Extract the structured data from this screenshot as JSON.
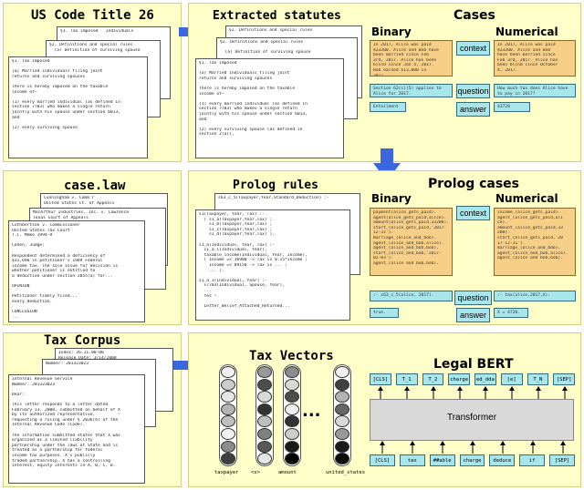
{
  "colors": {
    "panel": "#fefec8",
    "arrow": "#3a66e0",
    "orange": "#f8cf86",
    "cyan": "#a8e6ee",
    "transformer": "#d9d9d9"
  },
  "panels": {
    "us_code": {
      "title": "US Code Title 26",
      "doc_back2": [
        "§1. Tax imposed   Individuals"
      ],
      "doc_back1": [
        "§2. Definitions and special rules",
        "  (a) Definition of surviving spouse"
      ],
      "doc_front": [
        "§1. Tax imposed",
        "",
        "(a) Married individuals filing joint",
        "returns and surviving spouses",
        "",
        "There is hereby imposed on the taxable",
        "income of—",
        "",
        "(1) every married individual (as defined in",
        "section 7703) who makes a single return",
        "jointly with his spouse under section 6013,",
        "and",
        "",
        "(2) every surviving spouse"
      ]
    },
    "extracted": {
      "title": "Extracted statutes",
      "doc_back": [
        "§2. Definitions and special rules"
      ],
      "doc_mid": [
        "§2. Definitions and special rules",
        "",
        "  (a) Definition of surviving spouse"
      ],
      "doc_front": [
        "§1. Tax imposed",
        "",
        "(a) Married individuals filing joint",
        "returns and surviving spouses",
        "",
        "There is hereby imposed on the taxable",
        "income of—",
        "",
        "(1) every married individual (as defined in",
        "section 7703) who makes a single return",
        "jointly with his spouse under section 6013,",
        "and",
        "",
        "(2) every surviving spouse (as defined in",
        "section 2(a)),"
      ]
    },
    "cases": {
      "title": "Cases",
      "binary": "Binary",
      "numerical": "Numerical",
      "context_label": "context",
      "question_label": "question",
      "answer_label": "answer",
      "bin_context": [
        "In 2017, Alice was paid",
        "$33200. Alice and Bob have",
        "been married since Feb",
        "3rd, 2017. Alice has been",
        "blind since Jan 4, 2017.",
        "Bob earned $13,000 in",
        "2017. ..."
      ],
      "num_context": [
        "In 2017, Alice was paid",
        "$33200. Alice and Bob",
        "have been married since",
        "Feb 3rd, 2017. Alice has",
        "been blind since October",
        "4, 2017."
      ],
      "bin_question": "Section 63(c)(5) applies to Alice for 2017.",
      "num_question": "How much tax does Alice have to pay in 2017?",
      "bin_answer": "Entailment",
      "num_answer": "$3720"
    },
    "caselaw": {
      "title": "case.law",
      "doc_back2": [
        "Cunningham v. Comm'r",
        "United States Ct. of Appeals"
      ],
      "doc_back1": [
        "MacArthur Industries, Inc. v. Lawrence",
        "Texas Court of Appeals"
      ],
      "doc_front": [
        "Cuthbertson v. Commissioner",
        "United States Tax Court",
        "T.C. Memo 1994-9",
        "",
        "Cohen, Judge:",
        "",
        "Respondent determined a deficiency of",
        "$31,696 in petitioner's 1989 Federal",
        "income tax. The sole issue for decision is",
        "whether petitioner is entitled to",
        "a deduction under section 2055(a) for...",
        "",
        "OPINION",
        "",
        "Petitioner timely filed...",
        "every deduction.",
        "",
        "CONCLUSION",
        "..."
      ]
    },
    "prolog_rules": {
      "title": "Prolog rules",
      "doc_back": [
        "s63_c_5(Taxpayer,Year,Standard_Deduction) :-"
      ],
      "doc_front": [
        "s1(Taxpayer, Year, Tax) :-",
        "  ( s1_a(Taxpayer,Year,Tax) ;",
        "    s1_b(Taxpayer,Year,Tax) ;",
        "    s1_c(Taxpayer,Year,Tax) ;",
        "    s1_d(Taxpayer,Year,Tax) ).",
        "",
        "s1_a(Individual, Year, Tax) :-",
        "  s1_a_i(Individual, Year),",
        "  taxable_income(Individual, Year, Income),",
        "  ( Income =< 36900 -> Tax is 0.15*Income ;",
        "    Income =< 89150 -> Tax is ... ;",
        "    ... ).",
        "",
        "s1_a_i(Individual, Year) :-",
        "  s7703(Individual, Spouse, Year),",
        "  ...",
        "  Yes !.",
        "",
        "  Letter_Belief_Attached_Returned..."
      ]
    },
    "prolog_cases": {
      "title": "Prolog cases",
      "binary": "Binary",
      "numerical": "Numerical",
      "context_label": "context",
      "question_label": "question",
      "answer_label": "answer",
      "bin_context": [
        "payment(alice_gets_paid).",
        "agent(alice_gets_paid,alice).",
        "amount(alice_gets_paid,33200).",
        "start_(alice_gets_paid,'2017-",
        "12-31').",
        "marriage_(alice_and_bob).",
        "agent_(alice_and_bob,alice).",
        "agent_(alice_and_bob,bob).",
        "start_(alice_and_bob,'2017-",
        "02-03').",
        "agent_(alice and bob,bob)."
      ],
      "num_context": [
        "income_(alice_gets_paid).",
        "agent_(alice_gets_paid,ali",
        "ce).",
        "amount_(alice_gets_paid,33",
        "200).",
        "start_(alice_gets_paid,'20",
        "17-12-31').",
        "marriage_(alice_and_bob).",
        "agent_(alice_and_bob,alice).",
        "agent_(alice and bob,bob)."
      ],
      "bin_question": ":- s63_c_5(alice, 2017).",
      "num_question": ":- tax(alice,2017,X).",
      "bin_answer": "true.",
      "num_answer": "X = 4720."
    },
    "tax_corpus": {
      "title": "Tax Corpus",
      "doc_back2": [
        "Index: 26.11.00-00",
        "Release Date: 3/14/2008"
      ],
      "doc_back1": [
        "Number: 201323023"
      ],
      "doc_front": [
        "Internal Revenue Service",
        "Number: 201323023",
        "",
        "Dear:",
        "",
        "This letter responds to a letter dated",
        "February 13, 2008, submitted on behalf of X",
        "by its authorized representative,",
        "requesting a ruling under § 2036(b) of the",
        "Internal Revenue Code (Code).",
        "",
        "The information submitted states that X was",
        "organized as a limited liability",
        "partnership under the laws of State and is",
        "treated as a partnership for federal",
        "income tax purposes. X's publicly",
        "traded partnership. X has a controlling",
        "interest, equity interests in A, B, C, D."
      ]
    },
    "tax_vectors": {
      "title": "Tax Vectors",
      "ellipsis": "...",
      "column_labels": [
        "taxpayer",
        "<s>",
        "amount",
        "united_states"
      ],
      "columns": [
        {
          "shades": [
            0.95,
            0.8,
            0.9,
            0.7,
            0.75,
            0.95,
            0.55,
            0.25
          ]
        },
        {
          "shades": [
            0.6,
            0.3,
            0.85,
            0.2,
            0.75,
            0.5,
            0.35,
            0.9
          ]
        },
        {
          "shades": [
            0.55,
            0.85,
            0.3,
            0.95,
            0.2,
            0.8,
            0.1,
            0.0
          ]
        },
        {
          "shades": [
            0.95,
            0.25,
            0.7,
            0.4,
            0.85,
            0.6,
            0.1,
            0.05
          ]
        }
      ]
    },
    "legal_bert": {
      "title": "Legal BERT",
      "transformer_label": "Transformer",
      "top_tokens": [
        "[CLS]",
        "T_1",
        "T_2",
        "charge",
        "ed_dda",
        "[e]",
        "T_N",
        "[SEP]"
      ],
      "bottom_tokens": [
        "[CLS]",
        "tax",
        "##able",
        "charge",
        "deduce",
        "if",
        "[SEP]"
      ]
    }
  }
}
